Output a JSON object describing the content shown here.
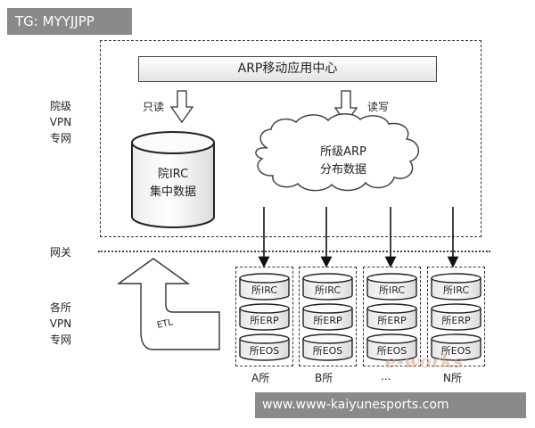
{
  "overlay": {
    "tag_text": "TG: MYYJJPP",
    "footer_url": "www.www-kaiyunesports.com"
  },
  "diagram": {
    "top_bar_label": "ARP移动应用中心",
    "read_only_label": "只读",
    "read_write_label": "读写",
    "central_db_line1": "院IRC",
    "central_db_line2": "集中数据",
    "cloud_line1": "所级ARP",
    "cloud_line2": "分布数据",
    "left_labels": {
      "hospital_vpn": [
        "院级",
        "VPN",
        "专网"
      ],
      "gateway": "网关",
      "branch_vpn": [
        "各所",
        "VPN",
        "专网"
      ]
    },
    "etl_label": "ETL",
    "site_databases": [
      "所IRC",
      "所ERP",
      "所EOS"
    ],
    "sites": [
      {
        "label": "A所"
      },
      {
        "label": "B所"
      },
      {
        "label": "..."
      },
      {
        "label": "N所"
      }
    ],
    "watermark": "e-works"
  }
}
